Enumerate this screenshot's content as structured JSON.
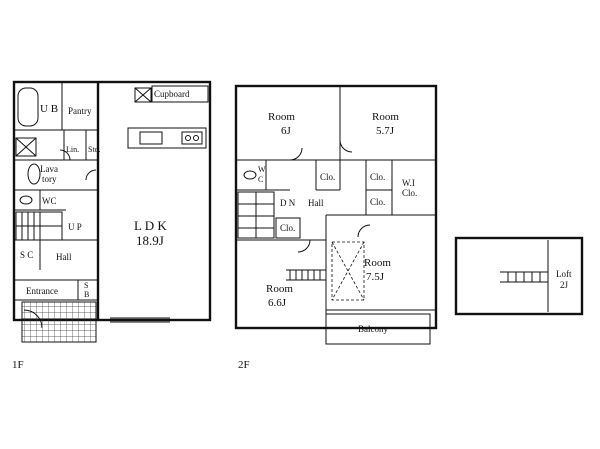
{
  "floor1": {
    "label": "1F",
    "rooms": {
      "ub": "U B",
      "pantry": "Pantry",
      "cupboard": "Cupboard",
      "ldk_name": "L D K",
      "ldk_size": "18.9J",
      "lin": "Lin.",
      "sto": "Sto.",
      "lavatory": "Lava\ntory",
      "wc": "WC",
      "up": "U P",
      "sc": "S C",
      "hall": "Hall",
      "entrance": "Entrance",
      "sb": "S\nB"
    }
  },
  "floor2": {
    "label": "2F",
    "rooms": {
      "room1_name": "Room",
      "room1_size": "6J",
      "room2_name": "Room",
      "room2_size": "5.7J",
      "wc": "W\nC",
      "clo1": "Clo.",
      "clo2": "Clo.",
      "wic": "W.I\nClo.",
      "dn": "D N",
      "hall": "Hall",
      "clo3": "Clo.",
      "clo4": "Clo.",
      "room3_name": "Room",
      "room3_size": "7.5J",
      "room4_name": "Room",
      "room4_size": "6.6J",
      "balcony": "Balcony"
    }
  },
  "loft": {
    "name": "Loft",
    "size": "2J"
  }
}
